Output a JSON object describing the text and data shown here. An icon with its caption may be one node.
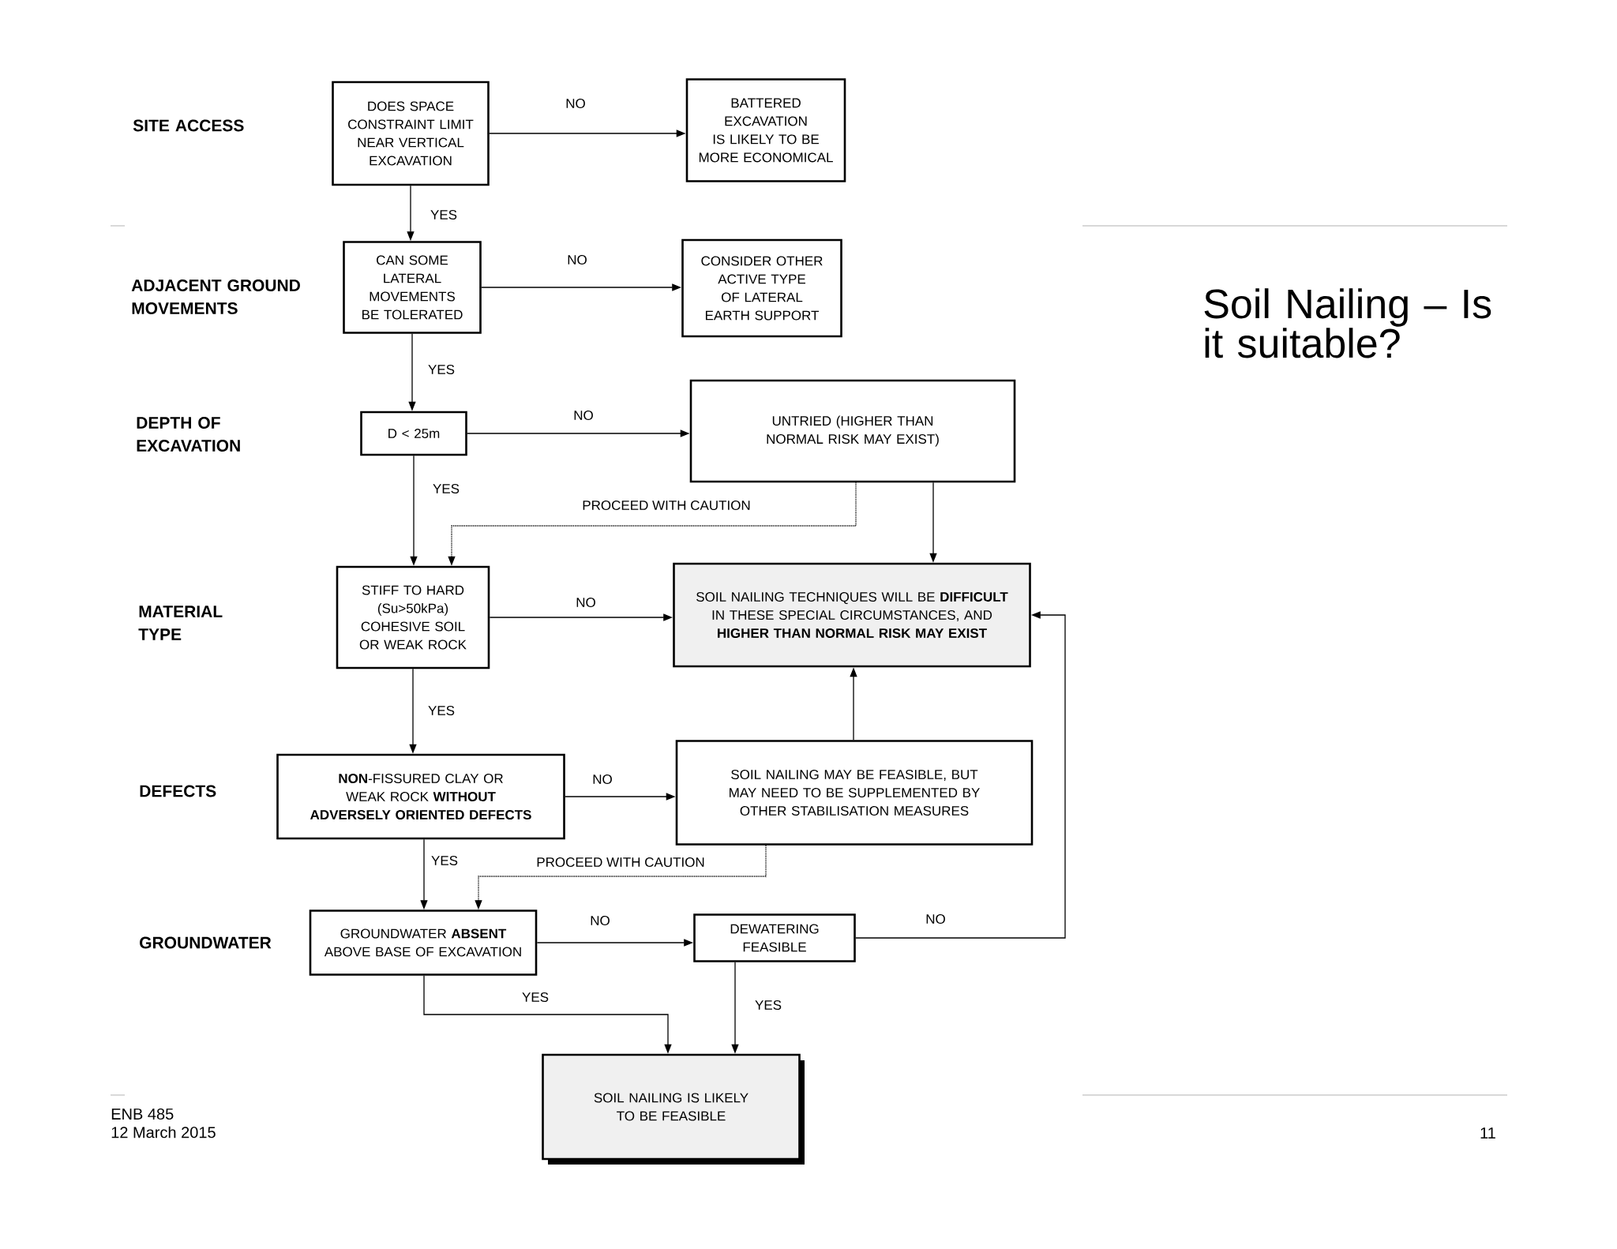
{
  "diagram": {
    "title": "Soil Nailing – Is it suitable?",
    "nodes": [
      {
        "text": [
          "DOES SPACE CONSTRAINT LIMIT NEAR VERTICAL EXCAVATION"
        ]
      },
      {
        "text": [
          "BATTERED EXCAVATION IS LIKELY TO BE MORE ECONOMICAL"
        ]
      },
      {
        "text": [
          "CAN SOME LATERAL MOVEMENTS BE TOLERATED"
        ]
      },
      {
        "text": [
          "CONSIDER OTHER ACTIVE TYPE OF LATERAL EARTH SUPPORT"
        ]
      },
      {
        "text": [
          "D < 25m"
        ]
      },
      {
        "text": [
          "UNTRIED (HIGHER THAN NORMAL RISK MAY EXIST)"
        ]
      },
      {
        "text": [
          "STIFF TO HARD (Su>50kPa) COHESIVE SOIL OR WEAK ROCK"
        ]
      },
      {
        "text": [
          "SOIL NAILING TECHNIQUES WILL BE **DIFFICULT** IN THESE SPECIAL CIRCUMSTANCES, AND **HIGHER THAN NORMAL RISK MAY EXIST**"
        ]
      },
      {
        "text": [
          "**NON**-FISSURED CLAY OR WEAK ROCK **WITHOUT ADVERSELY ORIENTED DEFECTS**"
        ]
      },
      {
        "text": [
          "SOIL NAILING MAY BE FEASIBLE, BUT MAY NEED TO BE SUPPLEMENTED BY OTHER STABILISATION MEASURES"
        ]
      },
      {
        "text": [
          "GROUNDWATER **ABSENT** ABOVE BASE OF EXCAVATION"
        ]
      },
      {
        "text": [
          "DEWATERING FEASIBLE"
        ]
      },
      {
        "text": [
          "SOIL NAILING IS LIKELY TO BE FEASIBLE"
        ]
      }
    ],
    "edges": [
      {
        "from": 0,
        "to": 1,
        "arrow": "to",
        "label": "NO"
      },
      {
        "from": 0,
        "to": 2,
        "arrow": "to",
        "label": "YES"
      },
      {
        "from": 2,
        "to": 3,
        "arrow": "to",
        "label": "NO"
      },
      {
        "from": 2,
        "to": 4,
        "arrow": "to",
        "label": "YES"
      },
      {
        "from": 4,
        "to": 5,
        "arrow": "to",
        "label": "NO"
      },
      {
        "from": 4,
        "to": 6,
        "arrow": "to",
        "label": "YES"
      },
      {
        "from": 5,
        "to": 6,
        "arrow": "to",
        "label": "PROCEED WITH CAUTION",
        "style": "dashed"
      },
      {
        "from": 5,
        "to": 7,
        "arrow": "to"
      },
      {
        "from": 6,
        "to": 7,
        "arrow": "to",
        "label": "NO"
      },
      {
        "from": 6,
        "to": 8,
        "arrow": "to",
        "label": "YES"
      },
      {
        "from": 8,
        "to": 9,
        "arrow": "to",
        "label": "NO"
      },
      {
        "from": 9,
        "to": 7,
        "arrow": "to"
      },
      {
        "from": 8,
        "to": 10,
        "arrow": "to",
        "label": "YES"
      },
      {
        "from": 9,
        "to": 10,
        "arrow": "to",
        "label": "PROCEED WITH CAUTION",
        "style": "dashed"
      },
      {
        "from": 10,
        "to": 11,
        "arrow": "to",
        "label": "NO"
      },
      {
        "from": 11,
        "to": 7,
        "arrow": "to",
        "label": "NO"
      },
      {
        "from": 10,
        "to": 12,
        "arrow": "to",
        "label": "YES"
      },
      {
        "from": 11,
        "to": 12,
        "arrow": "to",
        "label": "YES"
      }
    ],
    "labels": [
      "SITE ACCESS",
      "ADJACENT GROUND MOVEMENTS",
      "DEPTH OF EXCAVATION",
      "MATERIAL TYPE",
      "DEFECTS",
      "GROUNDWATER",
      "ENB 485",
      "12 March 2015",
      "11"
    ]
  }
}
